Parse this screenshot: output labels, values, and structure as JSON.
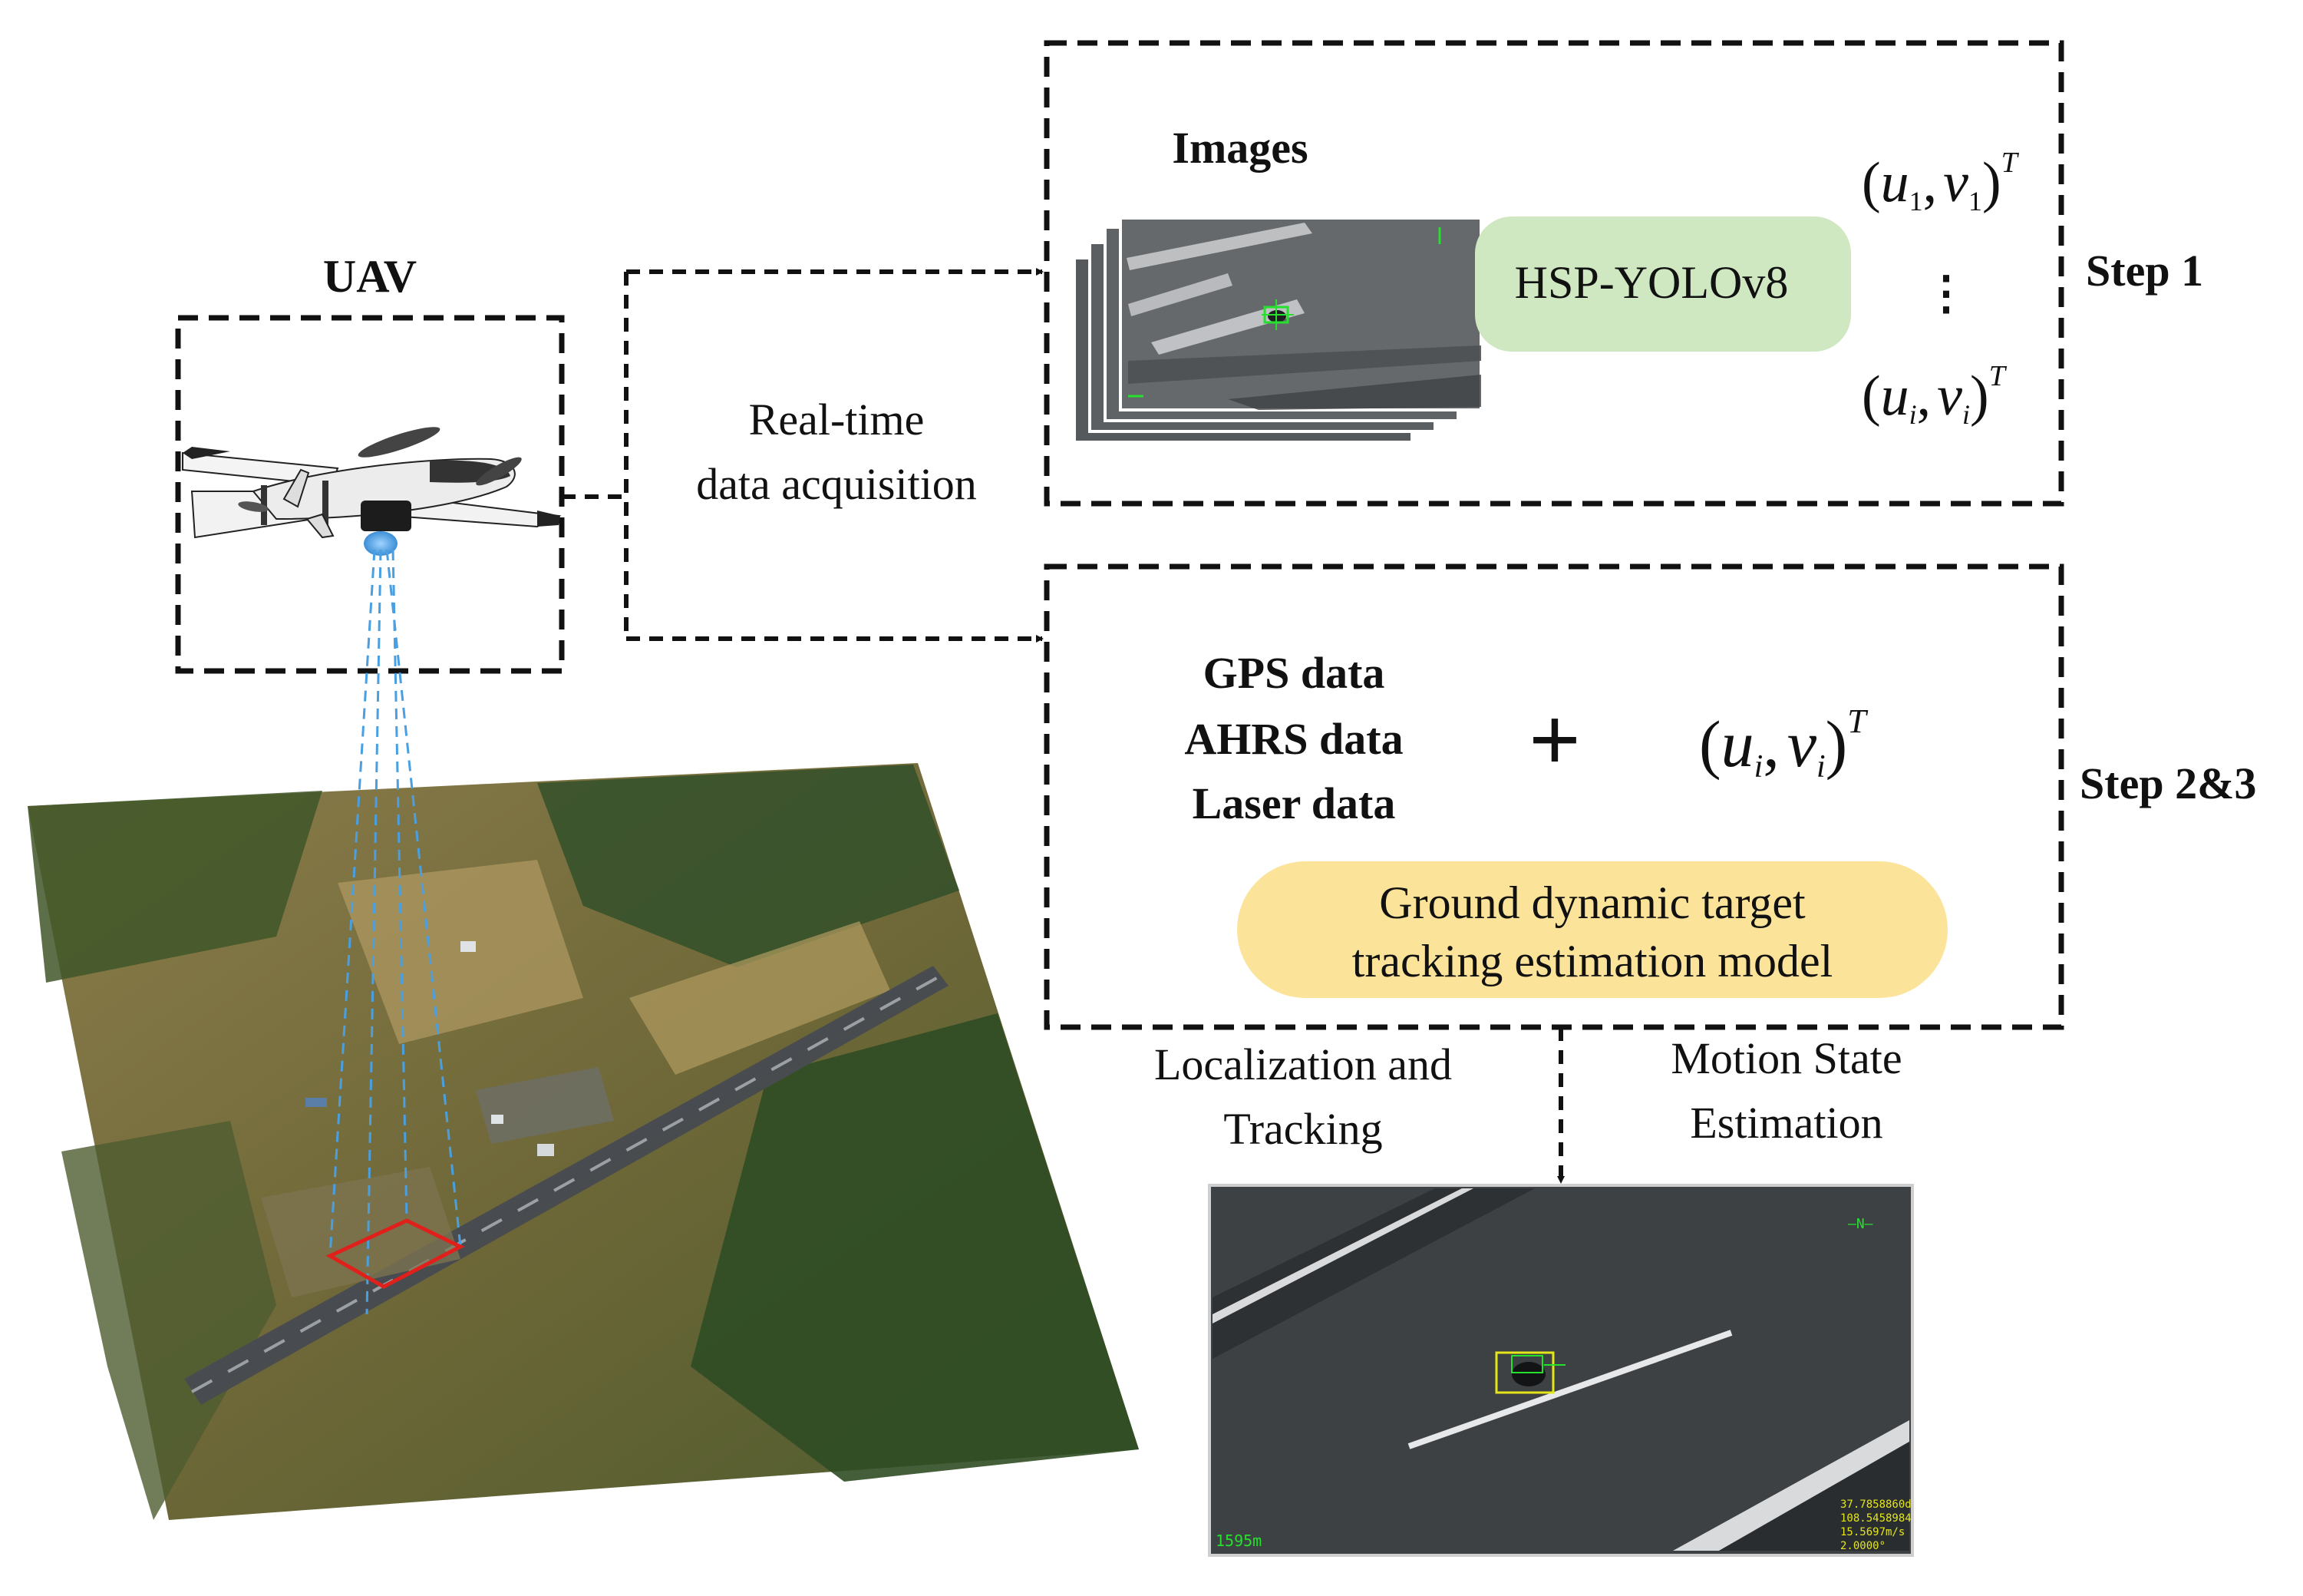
{
  "colors": {
    "dash_line": "#111111",
    "hsp_box": "#cfe8c2",
    "model_box": "#fbe39a",
    "ray": "#4a9fe0",
    "footprint": "#e0201a",
    "detect_box": "#e4e619",
    "hud_green": "#26e02e"
  },
  "uav": {
    "label": "UAV",
    "icon": "fixed-wing-vtol-drone-icon"
  },
  "link": {
    "line1": "Real-time",
    "line2": "data acquisition"
  },
  "step1": {
    "images_label": "Images",
    "model_label": "HSP-YOLOv8",
    "coord_first": {
      "open": "(",
      "u": "u",
      "usub": "1",
      "comma": ",",
      "v": "v",
      "vsub": "1",
      "close": ")",
      "sup": "T"
    },
    "coord_last": {
      "open": "(",
      "u": "u",
      "usub": "i",
      "comma": ",",
      "v": "v",
      "vsub": "i",
      "close": ")",
      "sup": "T"
    },
    "ellipsis": "⋮",
    "step_label": "Step 1"
  },
  "step23": {
    "sensors": [
      "GPS data",
      "AHRS data",
      "Laser data"
    ],
    "plus": "+",
    "coord": {
      "open": "(",
      "u": "u",
      "usub": "i",
      "comma": ",",
      "v": "v",
      "vsub": "i",
      "close": ")",
      "sup": "T"
    },
    "model_line1": "Ground dynamic target",
    "model_line2": "tracking estimation model",
    "step_label": "Step 2&3"
  },
  "outputs": {
    "left_line1": "Localization and",
    "left_line2": "Tracking",
    "right_line1": "Motion State",
    "right_line2": "Estimation"
  },
  "result_image": {
    "scale_readout": "1595m",
    "compass": "—N—",
    "telemetry": [
      "37.7858860d",
      "108.5458984",
      "15.5697m/s",
      "2.0000°"
    ]
  }
}
